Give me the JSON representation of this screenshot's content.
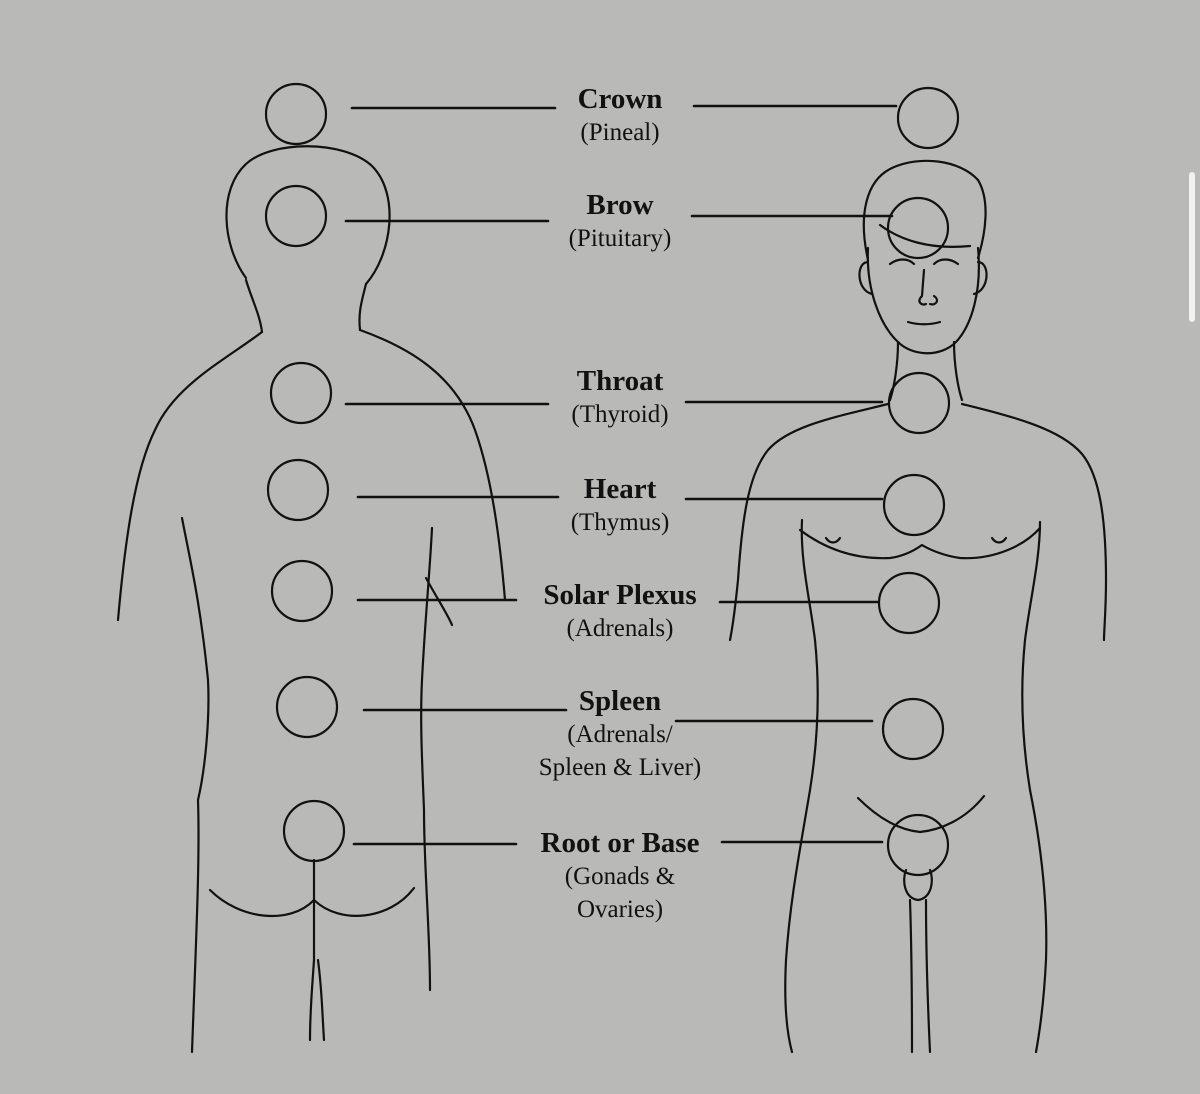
{
  "chakras": [
    {
      "id": "crown",
      "name": "Crown",
      "gland": [
        "(Pineal)"
      ]
    },
    {
      "id": "brow",
      "name": "Brow",
      "gland": [
        "(Pituitary)"
      ]
    },
    {
      "id": "throat",
      "name": "Throat",
      "gland": [
        "(Thyroid)"
      ]
    },
    {
      "id": "heart",
      "name": "Heart",
      "gland": [
        "(Thymus)"
      ]
    },
    {
      "id": "solar-plexus",
      "name": "Solar Plexus",
      "gland": [
        "(Adrenals)"
      ]
    },
    {
      "id": "spleen",
      "name": "Spleen",
      "gland": [
        "(Adrenals/",
        "Spleen & Liver)"
      ]
    },
    {
      "id": "root",
      "name": "Root or Base",
      "gland": [
        "(Gonads &",
        "Ovaries)"
      ]
    }
  ],
  "colors": {
    "background": "#b9bab7",
    "ink": "#111111",
    "scrollbar": "#f2f2f2"
  }
}
